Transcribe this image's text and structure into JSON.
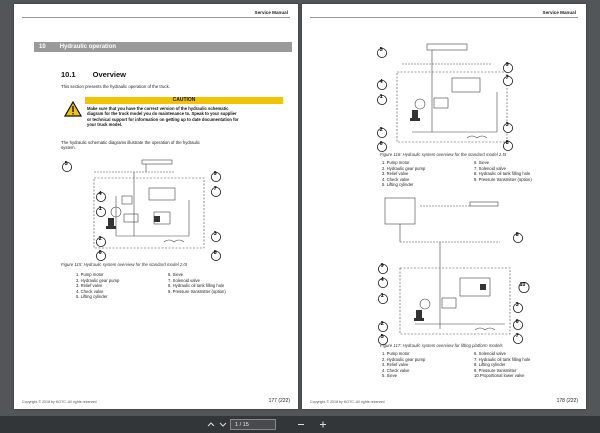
{
  "left_page": {
    "header": "Service Manual",
    "section": {
      "number": "10",
      "title": "Hydraulic operation"
    },
    "subsection": {
      "number": "10.1",
      "title": "Overview"
    },
    "intro": "This section presents the hydraulic operation of the truck.",
    "caution": {
      "label": "CAUTION",
      "lines": [
        "Make sure that you have the correct version of the hydraulic schematic",
        "diagram for the truck model you do maintenance to. Speak to your supplier",
        "or technical support for information on getting up to date documentation for",
        "your truck model."
      ]
    },
    "body_lines": [
      "The hydraulic schematic diagrams illustrate the operation of the hydraulic",
      "system."
    ],
    "figure_callouts": [
      "1",
      "2",
      "3",
      "4",
      "5",
      "6",
      "7",
      "8",
      "9"
    ],
    "caption": "Figure 115: Hydraulic system overview for the standard model 2.0t",
    "legend": [
      "1. Pump motor",
      "6. Sieve",
      "2. Hydraulic gear pump",
      "7. Solenoid valve",
      "3. Relief valve",
      "8. Hydraulic oil tank filling hole",
      "4. Check valve",
      "9. Pressure transmitter (option)",
      "5. Lifting cylinder",
      ""
    ],
    "footer": "Copyright © 2018 by HOTC. All rights reserved.",
    "page_number": "177 (222)"
  },
  "right_page": {
    "header": "Service Manual",
    "figure1_callouts": [
      "1",
      "2",
      "3",
      "4",
      "5",
      "6",
      "7",
      "8",
      "9"
    ],
    "caption1": "Figure 116: Hydraulic system overview for the standard model 2.5t",
    "legend1": [
      "1. Pump motor",
      "6. Sieve",
      "2. Hydraulic gear pump",
      "7. Solenoid valve",
      "3. Relief valve",
      "8. Hydraulic oil tank filling hole",
      "4. Check valve",
      "9. Pressure transmitter (option)",
      "5. Lifting cylinder",
      ""
    ],
    "figure2_callouts": [
      "1",
      "2",
      "3",
      "4",
      "5",
      "6",
      "7",
      "8",
      "9",
      "10"
    ],
    "caption2": "Figure 117: Hydraulic system overview for lifting platform models",
    "legend2": [
      "1. Pump motor",
      "6. Solenoid valve",
      "2. Hydraulic gear pump",
      "7. Hydraulic oil tank filling hole",
      "3. Relief valve",
      "8. Lifting cylinder",
      "4. Check valve",
      "9. Pressure transmitter",
      "5. Sieve",
      "10.Proportional lower valve"
    ],
    "footer": "Copyright © 2018 by HOTC. All rights reserved.",
    "page_number": "178 (222)"
  },
  "toolbar": {
    "current_page": "1",
    "total_pages": "/ 15",
    "prev_icon": "chevron-up",
    "next_icon": "chevron-down",
    "zoom_out_icon": "minus",
    "zoom_in_icon": "plus"
  }
}
